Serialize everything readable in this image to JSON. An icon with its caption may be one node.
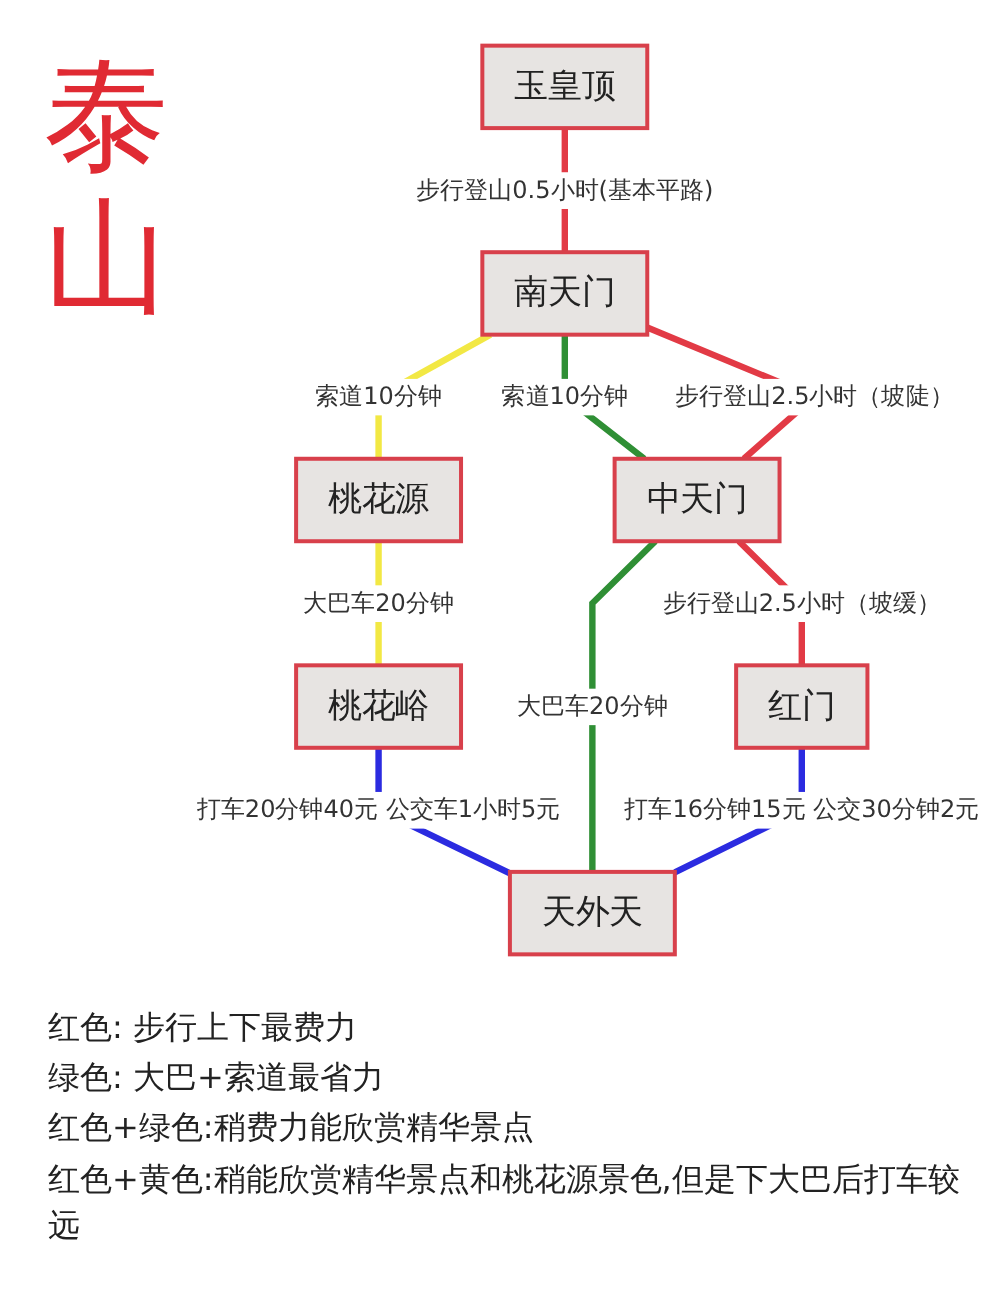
{
  "diagram": {
    "title": "泰山",
    "nodes": [
      {
        "text": [
          "玉皇顶"
        ]
      },
      {
        "text": [
          "南天门"
        ]
      },
      {
        "text": [
          "桃花源"
        ]
      },
      {
        "text": [
          "中天门"
        ]
      },
      {
        "text": [
          "桃花峪"
        ]
      },
      {
        "text": [
          "天外天"
        ]
      },
      {
        "text": [
          "红门"
        ]
      }
    ],
    "edges": [
      {
        "from": 0,
        "to": 1,
        "arrow": "none",
        "label": "步行登山0.5小时(基本平路)",
        "color": "#e23a45"
      },
      {
        "from": 1,
        "to": 2,
        "arrow": "none",
        "label": "索道10分钟",
        "color": "#f2e844"
      },
      {
        "from": 1,
        "to": 3,
        "arrow": "none",
        "label": "索道10分钟",
        "color": "#2f8f35"
      },
      {
        "from": 1,
        "to": 3,
        "arrow": "none",
        "label": "步行登山2.5小时（坡陡）",
        "color": "#e23a45"
      },
      {
        "from": 2,
        "to": 4,
        "arrow": "none",
        "label": "大巴车20分钟",
        "color": "#f2e844"
      },
      {
        "from": 3,
        "to": 5,
        "arrow": "none",
        "label": "大巴车20分钟",
        "color": "#2f8f35"
      },
      {
        "from": 3,
        "to": 6,
        "arrow": "none",
        "label": "步行登山2.5小时（坡缓）",
        "color": "#e23a45"
      },
      {
        "from": 4,
        "to": 5,
        "arrow": "none",
        "label": "打车20分钟40元 公交车1小时5元",
        "color": "#2b2be0"
      },
      {
        "from": 6,
        "to": 5,
        "arrow": "none",
        "label": "打车16分钟15元 公交30分钟2元",
        "color": "#2b2be0"
      }
    ],
    "labels": [
      "红色: 步行上下最费力",
      "绿色: 大巴+索道最省力",
      "红色+绿色:稍费力能欣赏精华景点",
      "红色+黄色:稍能欣赏精华景点和桃花源景色,但是下大巴后打车较远"
    ]
  }
}
